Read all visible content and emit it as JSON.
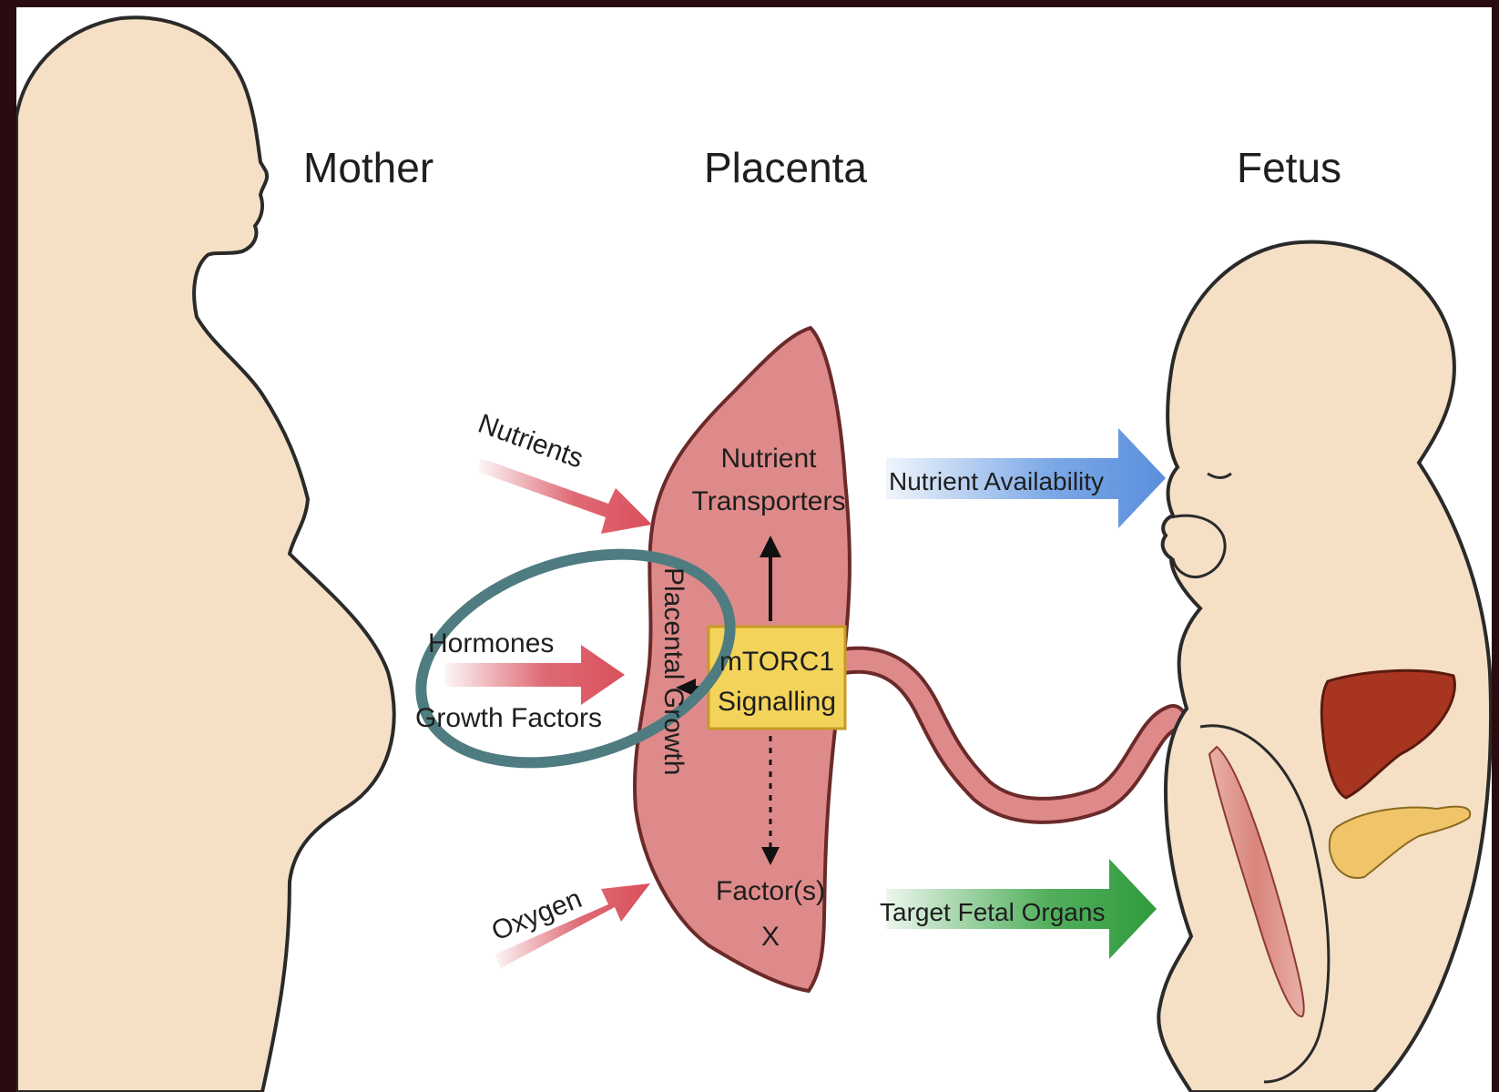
{
  "headings": {
    "mother": "Mother",
    "placenta": "Placenta",
    "fetus": "Fetus"
  },
  "inputs": {
    "nutrients": "Nutrients",
    "hormones": "Hormones",
    "growth_factors": "Growth Factors",
    "oxygen": "Oxygen"
  },
  "placenta": {
    "transporters_line1": "Nutrient",
    "transporters_line2": "Transporters",
    "placental_growth": "Placental Growth",
    "mtorc1_line1": "mTORC1",
    "mtorc1_line2": "Signalling",
    "factor_line1": "Factor(s)",
    "factor_line2": "X"
  },
  "outputs": {
    "nutrient_availability": "Nutrient Availability",
    "target_fetal_organs": "Target Fetal Organs"
  },
  "colors": {
    "skin": "#f5e0c6",
    "placenta": "#df8a8a",
    "input_arrow": "#d9505c",
    "blue_arrow": "#6b9de3",
    "green_arrow": "#3fa64a",
    "mtorc1_box": "#f3d35a",
    "highlight_ellipse": "#4f7c80",
    "liver": "#a8351f",
    "pancreas": "#f0c56a",
    "frame": "#2a0c10"
  }
}
